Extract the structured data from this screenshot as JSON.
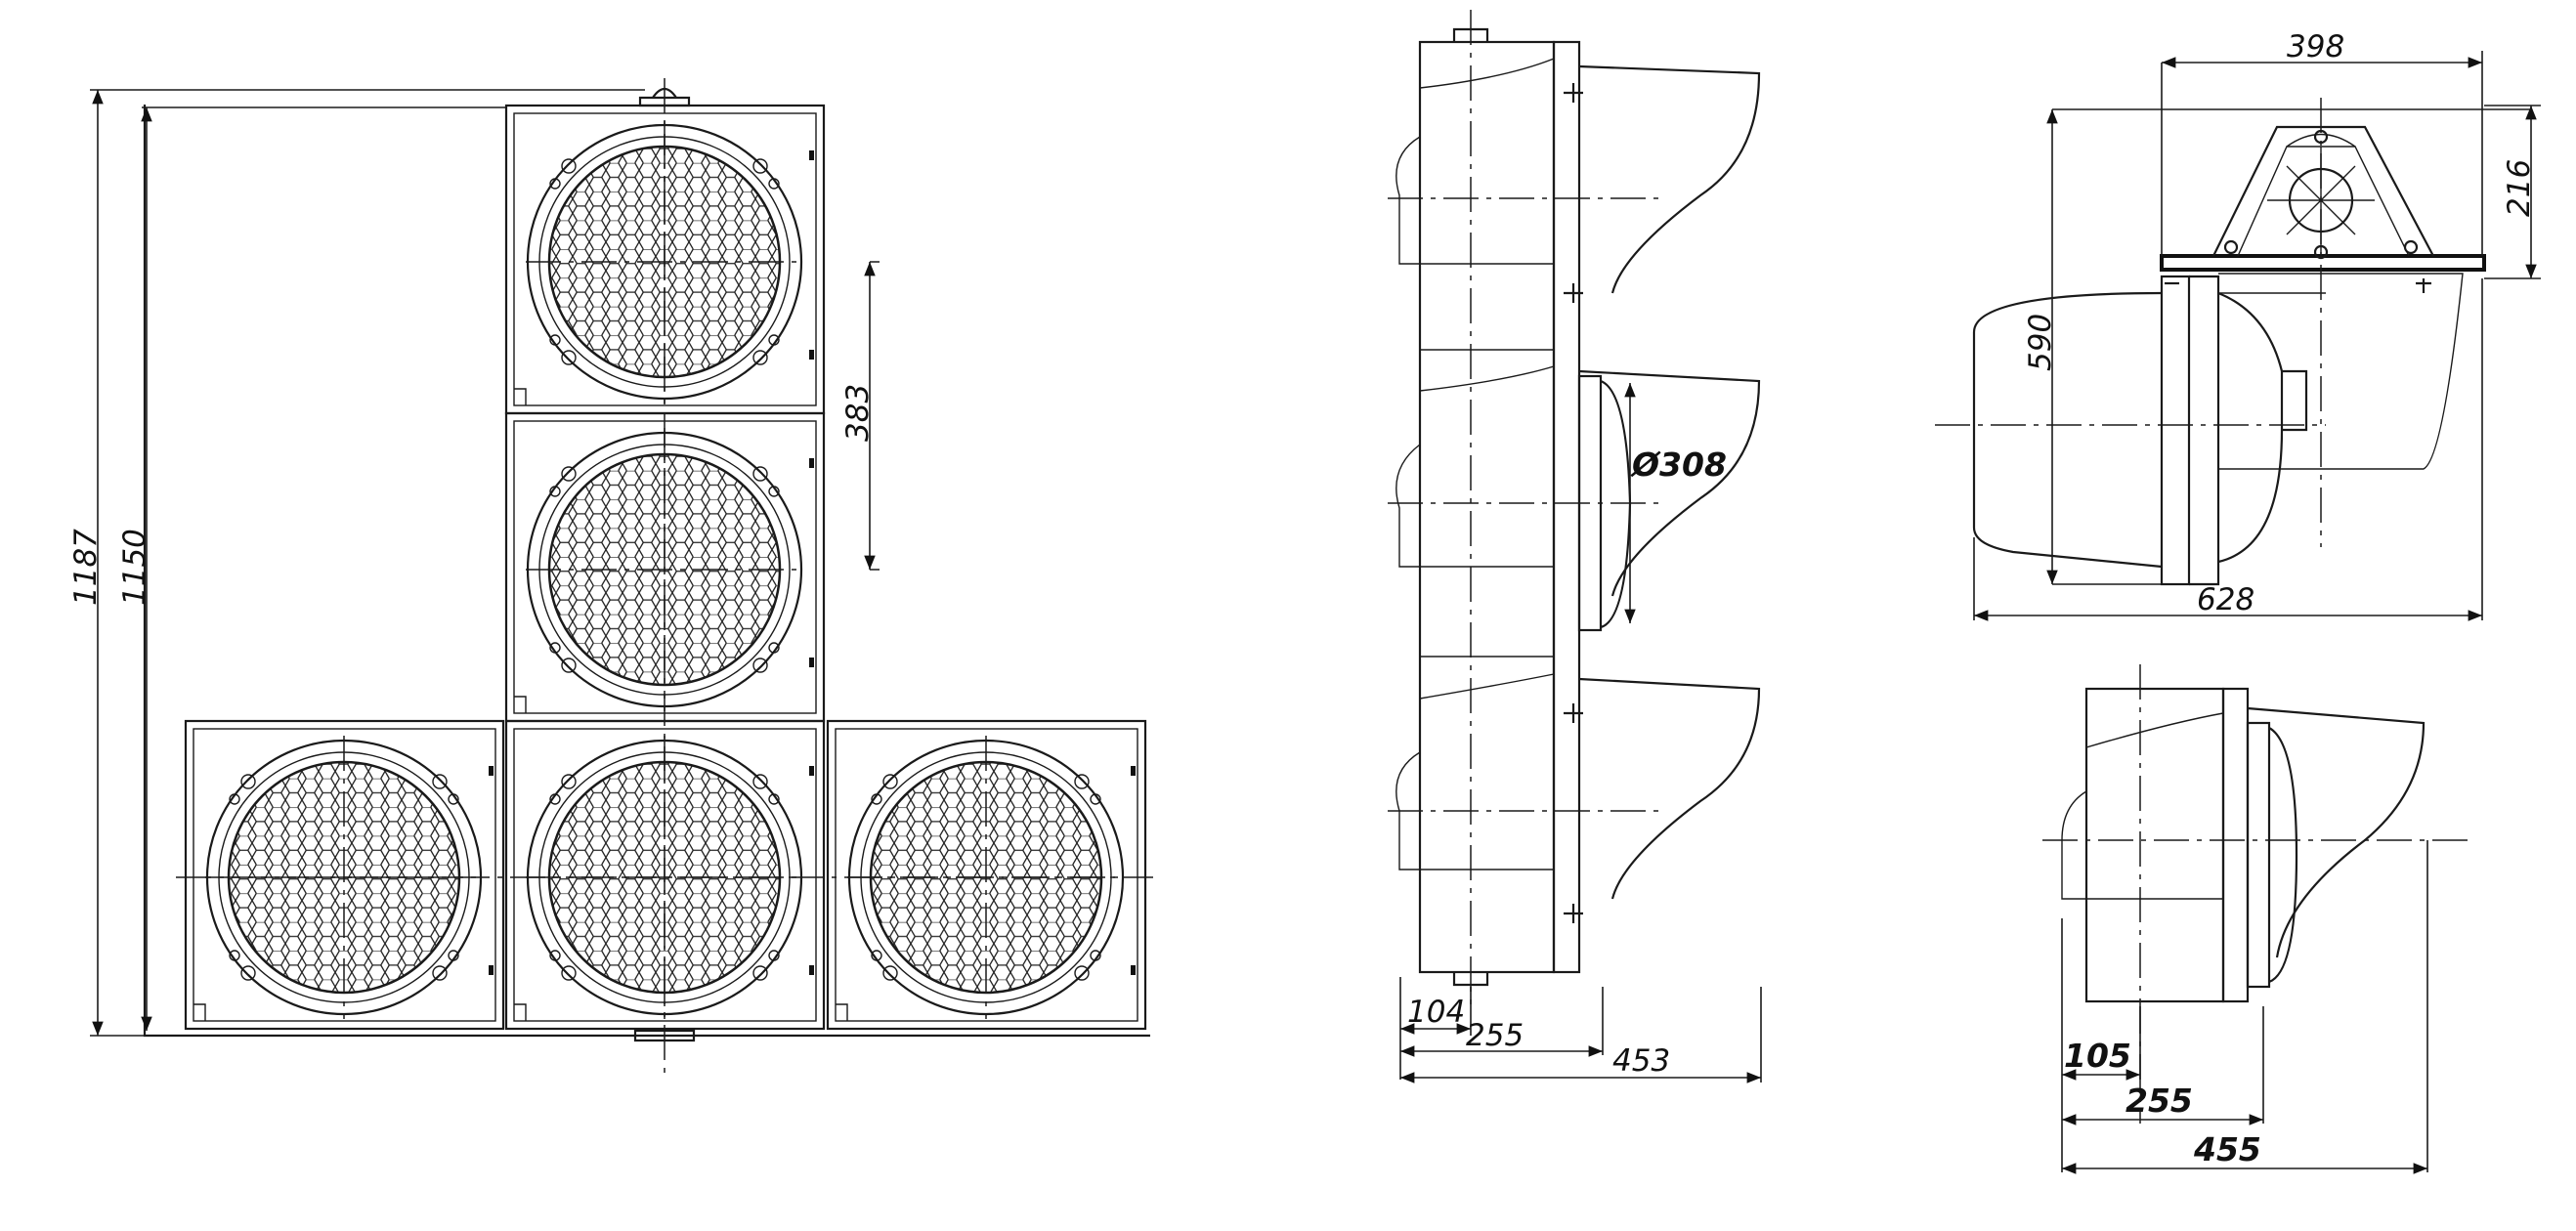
{
  "front_view": {
    "dim_total_height": "1187",
    "dim_housing_height": "1150",
    "dim_lens_spacing": "383"
  },
  "side_view": {
    "dim_lens_diameter": "Ø308",
    "dim_104": "104",
    "dim_255": "255",
    "dim_453": "453"
  },
  "top_view": {
    "dim_398": "398",
    "dim_216": "216",
    "dim_590": "590",
    "dim_628": "628"
  },
  "small_side_view": {
    "dim_105": "105",
    "dim_255": "255",
    "dim_455": "455"
  }
}
